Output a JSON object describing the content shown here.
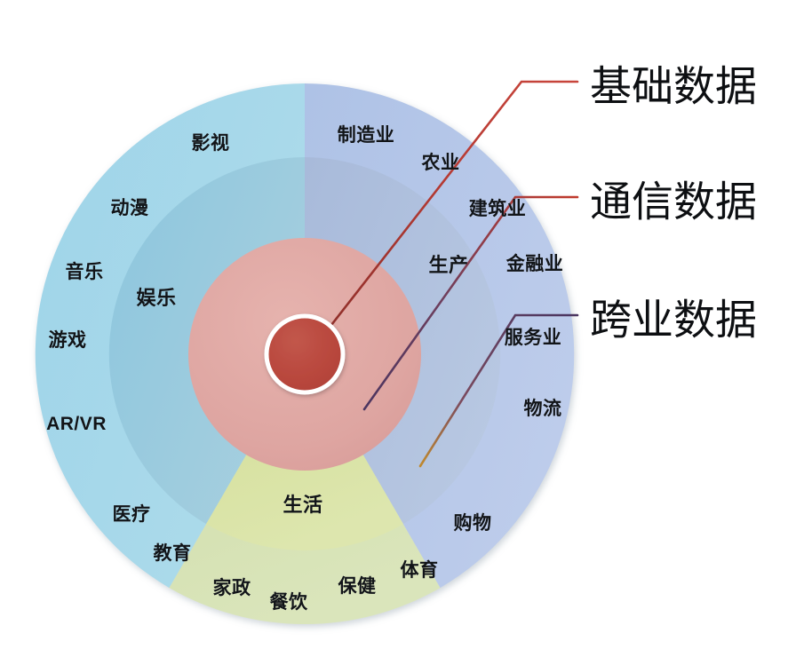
{
  "figure": {
    "title": "",
    "type": "concentric-ring-diagram",
    "background_color": "#ffffff"
  },
  "center": {
    "name": "center-core",
    "fill_color": "#b9473d",
    "stroke_color": "#ffffff",
    "label": ""
  },
  "rings": [
    {
      "name": "inner-ring",
      "label": "",
      "fill_color": "#dfa6a2"
    },
    {
      "name": "middle-ring",
      "label": "",
      "sector_colors": [
        "#8fc7dd",
        "#aebedd",
        "#cdd9a2"
      ]
    },
    {
      "name": "outer-ring",
      "label": "",
      "sector_colors": [
        "#a4d6e8",
        "#b3c5e6",
        "#d3e0af"
      ]
    }
  ],
  "sectors": [
    {
      "name": "entertainment-sector",
      "mid_label": "娱乐",
      "color": "#a4d6e8",
      "outer_labels": [
        "影视",
        "动漫",
        "音乐",
        "游戏",
        "AR/VR"
      ]
    },
    {
      "name": "production-sector",
      "mid_label": "生产",
      "color": "#b3c5e6",
      "outer_labels": [
        "制造业",
        "农业",
        "建筑业",
        "金融业",
        "服务业",
        "物流"
      ]
    },
    {
      "name": "life-sector",
      "mid_label": "生活",
      "color": "#d3e0af",
      "outer_labels": [
        "医疗",
        "教育",
        "家政",
        "餐饮",
        "保健",
        "体育",
        "购物"
      ]
    }
  ],
  "mid_labels": {
    "entertainment": "娱乐",
    "production": "生产",
    "life": "生活"
  },
  "outer_labels": {
    "ys": "影视",
    "dm": "动漫",
    "yy": "音乐",
    "yx": "游戏",
    "arvr": "AR/VR",
    "zzy": "制造业",
    "ny": "农业",
    "jzy": "建筑业",
    "jry": "金融业",
    "fwy": "服务业",
    "wl": "物流",
    "yl": "医疗",
    "jy": "教育",
    "jz": "家政",
    "cy": "餐饮",
    "bj": "保健",
    "ty": "体育",
    "gw": "购物"
  },
  "legend": {
    "items": [
      {
        "id": "basic-data",
        "label": "基础数据",
        "leader_color": "#c0392b"
      },
      {
        "id": "communication-data",
        "label": "通信数据",
        "leader_color": "#b03a3a"
      },
      {
        "id": "cross-industry-data",
        "label": "跨业数据",
        "leader_color": "#6b4a7a"
      }
    ]
  }
}
